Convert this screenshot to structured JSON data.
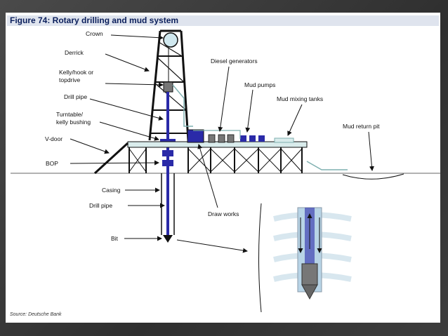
{
  "title": "Figure 74: Rotary drilling and mud system",
  "source": "Source: Deutsche Bank",
  "labels": {
    "crown": "Crown",
    "derrick": "Derrick",
    "kelly_1": "Kelly/hook or",
    "kelly_2": "topdrive",
    "drill_pipe_top": "Drill pipe",
    "turntable_1": "Turntable/",
    "turntable_2": "kelly bushing",
    "vdoor": "V-door",
    "bop": "BOP",
    "casing": "Casing",
    "drill_pipe_bottom": "Drill pipe",
    "bit": "Bit",
    "diesel": "Diesel generators",
    "mud_pumps": "Mud pumps",
    "mud_tanks": "Mud mixing tanks",
    "mud_return": "Mud return pit",
    "draw_works": "Draw works"
  },
  "colors": {
    "pipe_blue": "#2a2aa8",
    "structure": "#111111",
    "deck": "#d9ecec",
    "mud_line": "#7fb0b0",
    "title_band": "#dfe4ee",
    "title_text": "#0b1f5c"
  }
}
